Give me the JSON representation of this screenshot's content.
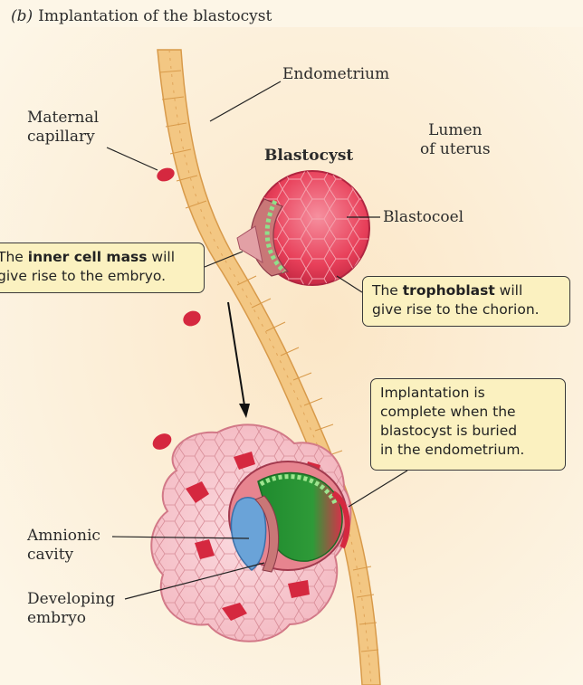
{
  "title": {
    "letter": "(b)",
    "text": "Implantation of the blastocyst"
  },
  "labels": {
    "endometrium": "Endometrium",
    "maternal_capillary": [
      "Maternal",
      "capillary"
    ],
    "lumen": [
      "Lumen",
      "of uterus"
    ],
    "blastocyst": "Blastocyst",
    "blastocoel": "Blastocoel",
    "amnionic_cavity": [
      "Amnionic",
      "cavity"
    ],
    "developing_embryo": [
      "Developing",
      "embryo"
    ]
  },
  "callouts": {
    "inner_cell_mass": {
      "pre": "The ",
      "bold": "inner cell mass",
      "post": " will",
      "line2": "give rise to the embryo."
    },
    "trophoblast": {
      "pre": "The ",
      "bold": "trophoblast",
      "post": " will",
      "line2": "give rise to the chorion."
    },
    "implantation": [
      "Implantation is",
      "complete when the",
      "blastocyst is buried",
      "in the endometrium."
    ]
  },
  "colors": {
    "background": "#fdf6e7",
    "endometrium": "#f3c783",
    "blastocyst": "#e8405a",
    "inner_cell_mass": "#c97777",
    "embryo_green": "#2f9e3c",
    "amnion_blue": "#6aa3d8",
    "capillary": "#d5283f",
    "callout_fill": "#fbf1c0"
  }
}
